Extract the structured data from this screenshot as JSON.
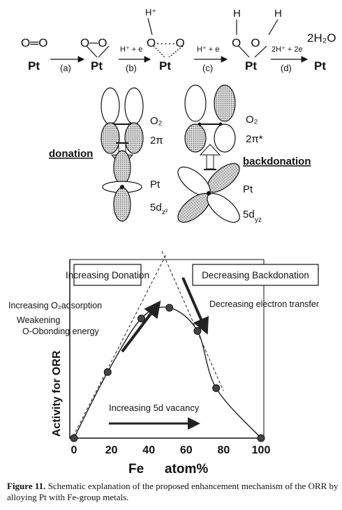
{
  "scheme": {
    "species": [
      {
        "top": "O═O",
        "bottom": "Pt"
      },
      {
        "top": "O─O",
        "bottom": "Pt"
      },
      {
        "top_h": "H⁺",
        "top": "O·····O",
        "bottom": "Pt"
      },
      {
        "top_h1": "H",
        "top_h2": "H",
        "top": "O   O",
        "bottom": "Pt"
      },
      {
        "top": "2H₂O",
        "bottom": "Pt"
      }
    ],
    "arrows": [
      {
        "above": "",
        "below": "(a)"
      },
      {
        "above": "H⁺ + e",
        "below": "(b)"
      },
      {
        "above": "H⁺ + e",
        "below": "(c)"
      },
      {
        "above": "2H⁺ + 2e",
        "below": "(d)"
      }
    ]
  },
  "orbitals": {
    "left": {
      "o2": "O₂",
      "pi": "2π",
      "metal": "Pt",
      "d": "5d",
      "d_sub": "z²",
      "label": "donation"
    },
    "right": {
      "o2": "O₂",
      "pi": "2π*",
      "metal": "Pt",
      "d": "5d",
      "d_sub": "yz",
      "label": "backdonation"
    }
  },
  "plot": {
    "box_left": "Increasing Donation",
    "box_right": "Decreasing Backdonation",
    "ann_1": "Increasing O₂adsorption",
    "ann_2a": "Weakening",
    "ann_2b": "O-Obonding energy",
    "ann_3": "Decreasing electron transfer",
    "ann_4": "Increasing 5d vacancy",
    "ylabel": "Activity for ORR",
    "xlabel_a": "Fe",
    "xlabel_b": "atom%",
    "xticks": [
      "0",
      "20",
      "40",
      "60",
      "80",
      "100"
    ]
  },
  "chart_data": {
    "type": "line",
    "title": "",
    "xlabel": "Fe atom%",
    "ylabel": "Activity for ORR",
    "xlim": [
      0,
      100
    ],
    "ylim": [
      0,
      100
    ],
    "x": [
      0,
      18,
      36,
      51,
      66,
      76,
      100
    ],
    "series": [
      {
        "values": [
          0,
          37,
          67,
          73,
          60,
          28,
          0
        ]
      }
    ]
  },
  "caption": {
    "label": "Figure 11.",
    "text": " Schematic explanation of the proposed enhancement mechanism of the ORR by alloying Pt with Fe-group metals."
  }
}
